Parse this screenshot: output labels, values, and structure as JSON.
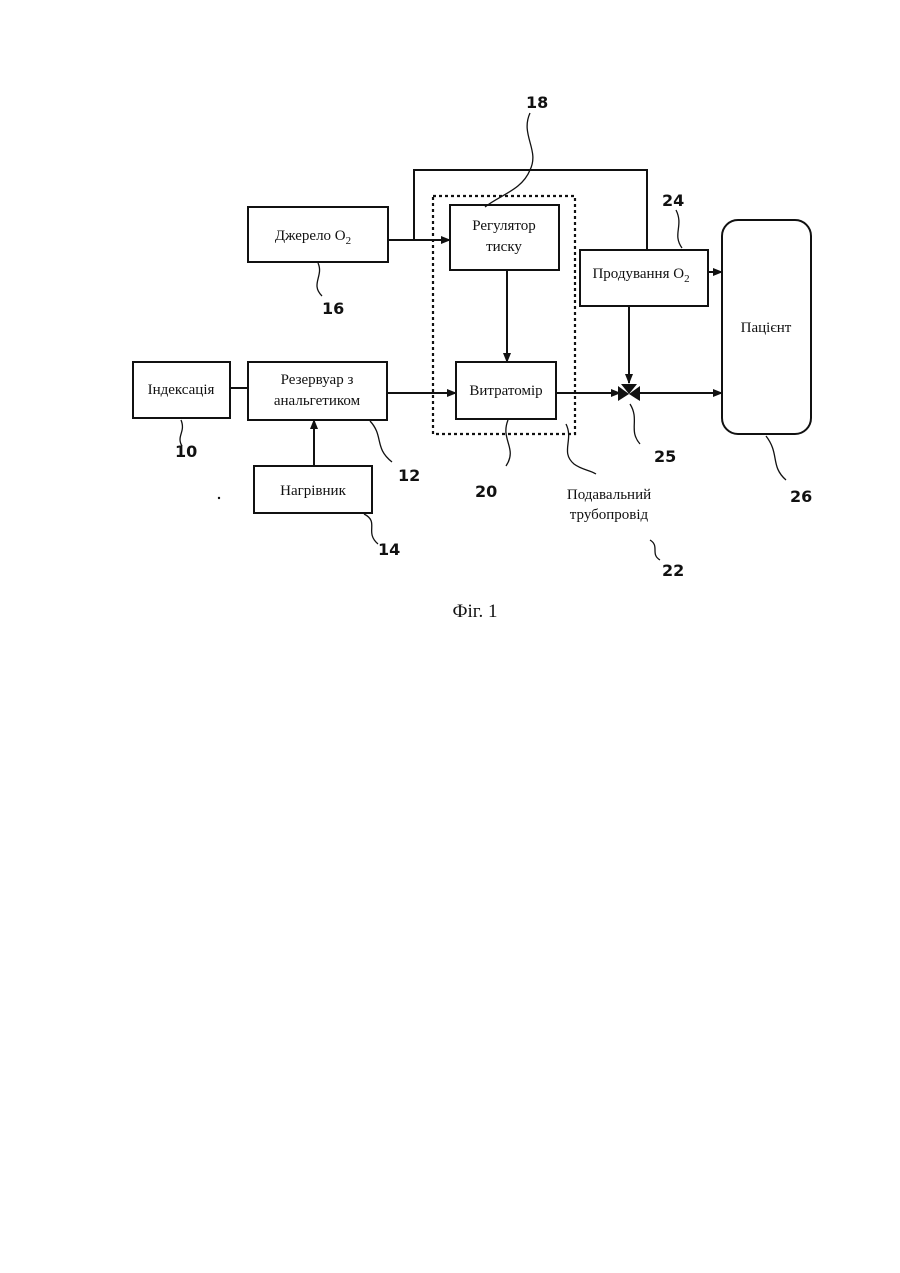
{
  "blocks": {
    "indexing": "Індексація",
    "reservoir_line1": "Резервуар з",
    "reservoir_line2": "анальгетиком",
    "heater": "Нагрівник",
    "o2_source": "Джерело O",
    "o2_source_sub": "2",
    "pressure_reg_line1": "Регулятор",
    "pressure_reg_line2": "тиску",
    "flowmeter": "Витратомір",
    "o2_purge": "Продування O",
    "o2_purge_sub": "2",
    "patient": "Пацієнт"
  },
  "labels": {
    "supply_line1": "Подавальний",
    "supply_line2": "трубопровід"
  },
  "numbers": {
    "n10": "10",
    "n12": "12",
    "n14": "14",
    "n16": "16",
    "n18": "18",
    "n20": "20",
    "n22": "22",
    "n24": "24",
    "n25": "25",
    "n26": "26"
  },
  "caption": "Фіг. 1",
  "colors": {
    "ink": "#111111",
    "paper": "#ffffff"
  }
}
